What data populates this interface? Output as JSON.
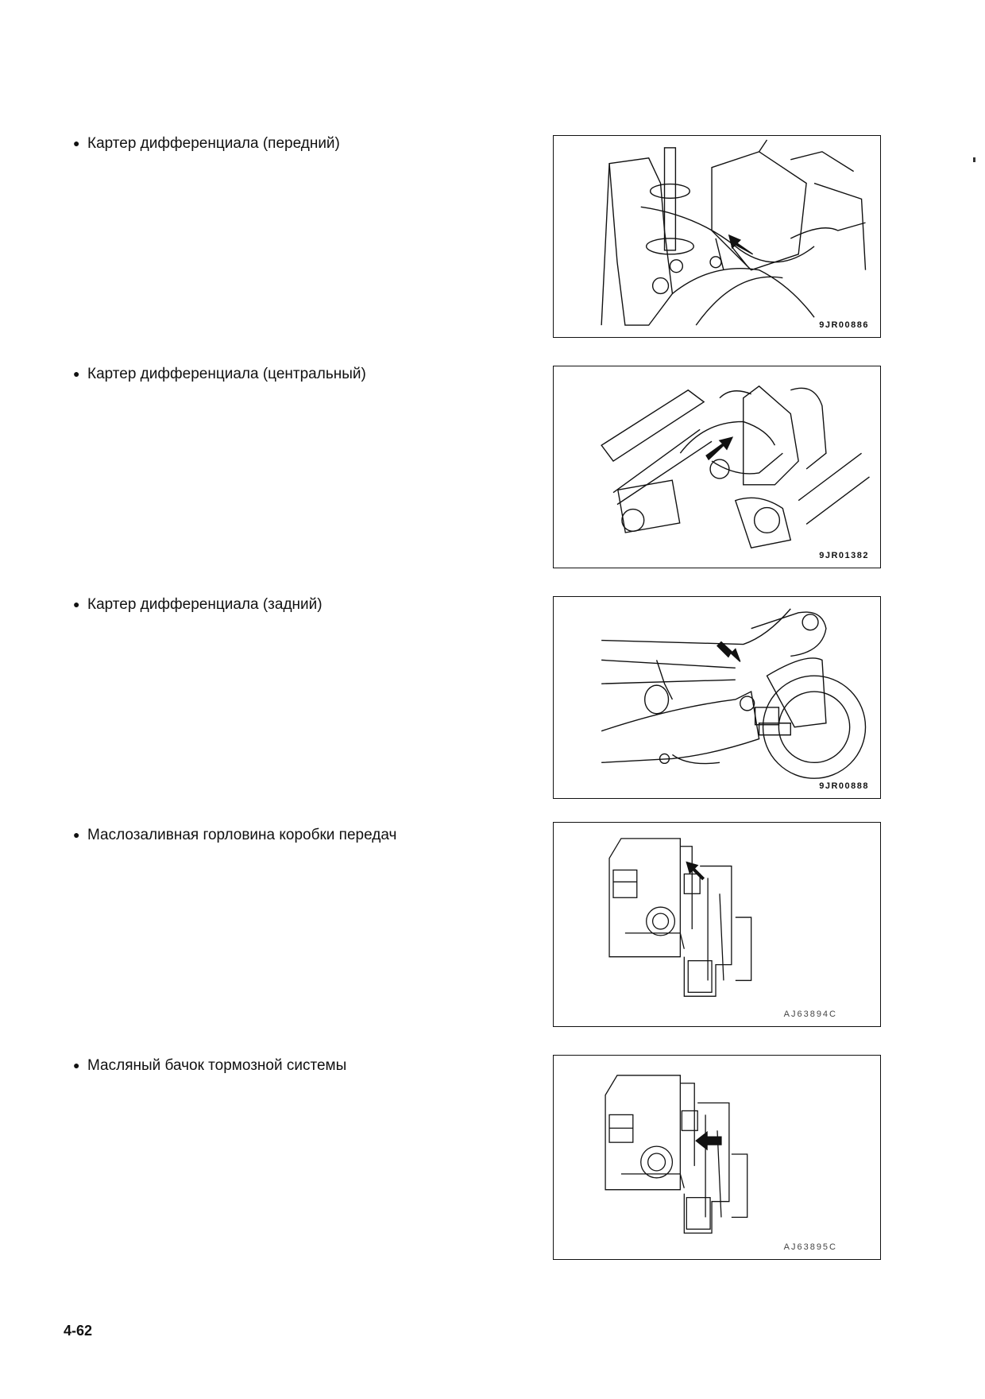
{
  "items": [
    {
      "text": "Картер дифференциала (передний)",
      "code": "9JR00886"
    },
    {
      "text": "Картер дифференциала (центральный)",
      "code": "9JR01382"
    },
    {
      "text": "Картер дифференциала (задний)",
      "code": "9JR00888"
    },
    {
      "text": "Маслозаливная горловина коробки передач",
      "code": "AJ63894C"
    },
    {
      "text": "Масляный бачок тормозной системы",
      "code": "AJ63895C"
    }
  ],
  "bullet": "●",
  "page_number": "4-62"
}
